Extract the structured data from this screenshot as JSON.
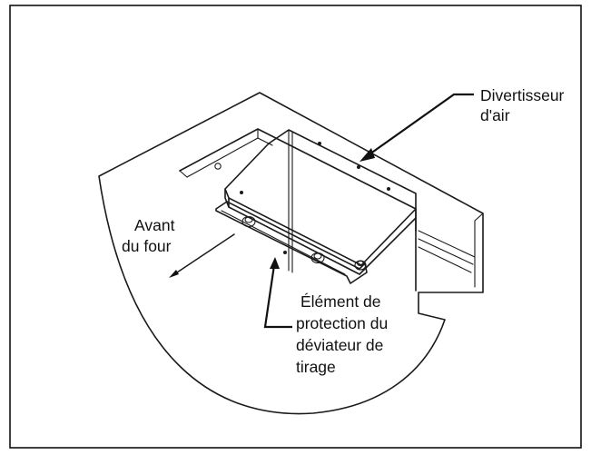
{
  "labels": {
    "air_diverter": [
      "Divertisseur",
      "d'air"
    ],
    "oven_front": [
      "Avant",
      "du four"
    ],
    "protection_element": [
      "Élément de",
      "protection du",
      "déviateur de",
      "tirage"
    ]
  }
}
